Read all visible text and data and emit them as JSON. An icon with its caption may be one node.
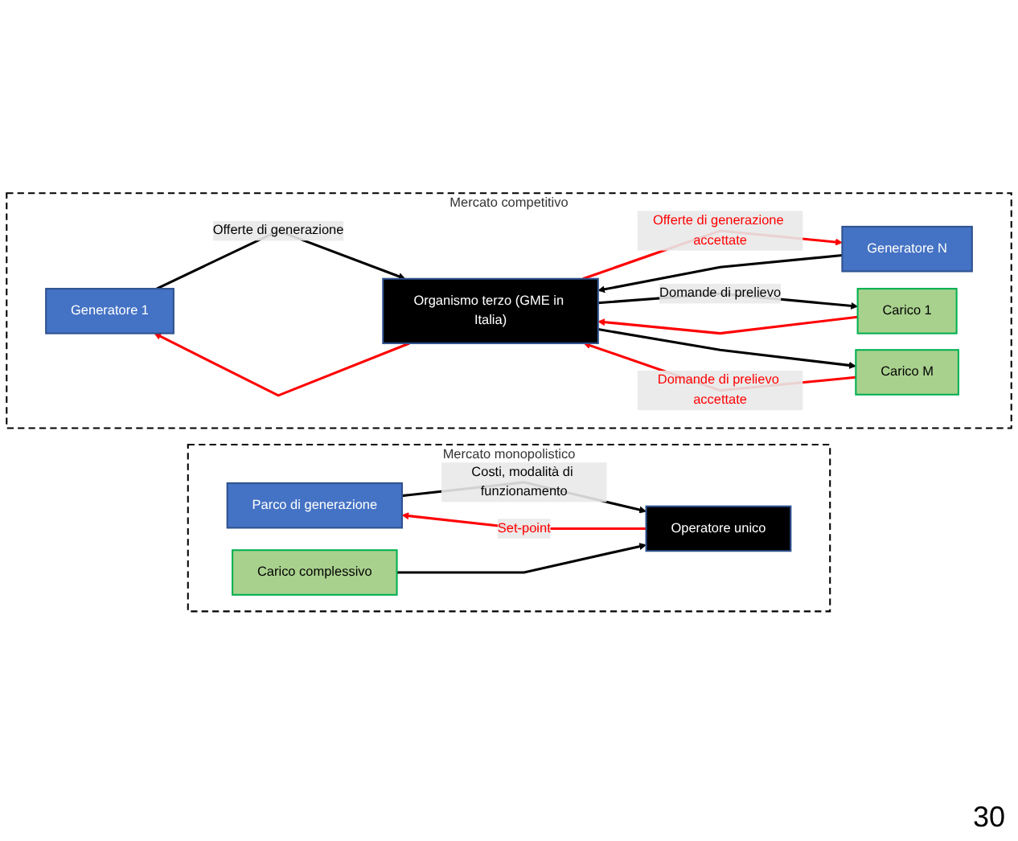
{
  "diagram": {
    "nodes": [
      {
        "text": [
          "Mercato monopolistico"
        ]
      },
      {
        "text": [
          "Parco di generazione"
        ],
        "in": 0
      },
      {
        "text": [
          "Operatore unico"
        ],
        "in": 0
      },
      {
        "text": [
          "Carico complessivo"
        ],
        "in": 0
      },
      {
        "text": [
          "Mercato competitivo"
        ]
      },
      {
        "text": [
          "Generatore 1"
        ],
        "in": 4
      },
      {
        "text": [
          "Generatore N"
        ],
        "in": 4
      },
      {
        "text": [
          "Organismo terzo (GME in Italia)"
        ],
        "in": 4
      },
      {
        "text": [
          "Carico 1"
        ],
        "in": 4
      },
      {
        "text": [
          "Carico M"
        ],
        "in": 4
      }
    ],
    "edges": [
      {
        "from": 1,
        "to": 2,
        "arrow": "to",
        "label": "Costi, modalità di funzionamento"
      },
      {
        "from": 2,
        "to": 1,
        "arrow": "to",
        "label": "Set-point",
        "color": "#ff0000"
      },
      {
        "from": 3,
        "to": 2,
        "arrow": "to"
      },
      {
        "from": 5,
        "to": 7,
        "arrow": "to",
        "label": "Offerte di generazione"
      },
      {
        "from": 7,
        "to": 5,
        "arrow": "to",
        "color": "#ff0000"
      },
      {
        "from": 6,
        "to": 7,
        "arrow": "to"
      },
      {
        "from": 7,
        "to": 6,
        "arrow": "to",
        "label": "Offerte di generazione accettate",
        "color": "#ff0000"
      },
      {
        "from": 7,
        "to": 8,
        "arrow": "to",
        "label": "Domande di prelievo"
      },
      {
        "from": 8,
        "to": 7,
        "arrow": "to",
        "color": "#ff0000"
      },
      {
        "from": 7,
        "to": 9,
        "arrow": "to"
      },
      {
        "from": 9,
        "to": 7,
        "arrow": "to",
        "label": "Domande di prelievo accettate",
        "color": "#ff0000"
      }
    ],
    "labels": [
      "30"
    ]
  }
}
